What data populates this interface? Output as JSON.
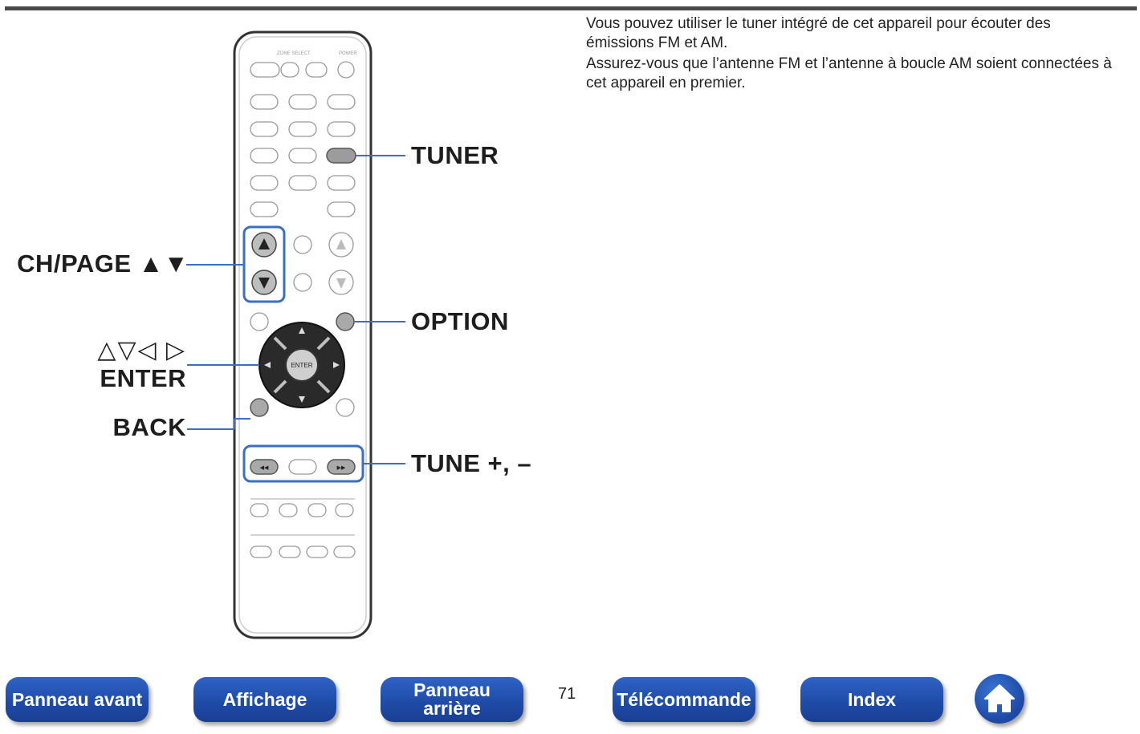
{
  "intro": {
    "line1": "Vous pouvez utiliser le tuner intégré de cet appareil pour écouter des émissions FM et AM.",
    "line2": "Assurez-vous que l’antenne FM et l’antenne à boucle AM soient connectées à cet appareil en premier."
  },
  "callouts": {
    "tuner": "TUNER",
    "ch_page": "CH/PAGE ▲▼",
    "option": "OPTION",
    "arrows": "△▽◁ ▷",
    "enter": "ENTER",
    "back": "BACK",
    "tune": "TUNE +, –"
  },
  "remote": {
    "enter_key": "ENTER"
  },
  "nav": {
    "panneau_avant": "Panneau avant",
    "affichage": "Affichage",
    "panneau_arriere": "Panneau\narrière",
    "page_number": "71",
    "telecommande": "Télécommande",
    "index": "Index"
  },
  "icons": {
    "home": "home-icon"
  },
  "colors": {
    "nav_button": "#1e4aa6",
    "highlight": "#3a6fc4"
  }
}
